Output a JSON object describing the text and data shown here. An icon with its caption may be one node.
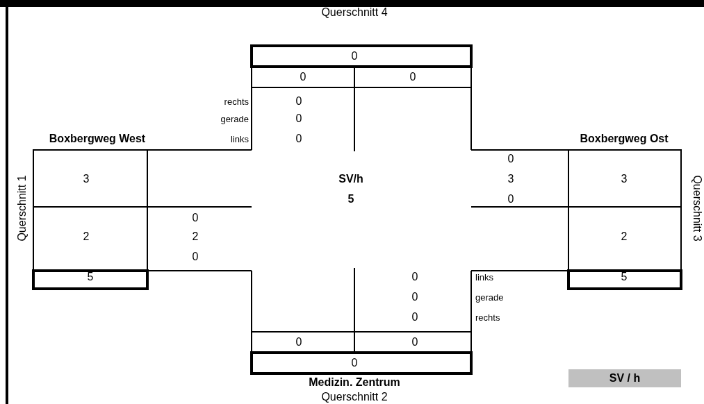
{
  "diagram": {
    "labels": [
      "Querschnitt 4",
      "0",
      "0",
      "0",
      "rechts",
      "0",
      "gerade",
      "0",
      "Boxbergweg West",
      "links",
      "0",
      "Boxbergweg Ost",
      "0",
      "3",
      "SV/h",
      "3",
      "3",
      "5",
      "0",
      "Querschnitt 1",
      "Querschnitt 3",
      "0",
      "2",
      "2",
      "2",
      "0",
      "5",
      "0",
      "links",
      "5",
      "0",
      "gerade",
      "0",
      "rechts",
      "0",
      "0",
      "0",
      "Medizin. Zentrum",
      "SV / h",
      "Querschnitt 2"
    ]
  }
}
